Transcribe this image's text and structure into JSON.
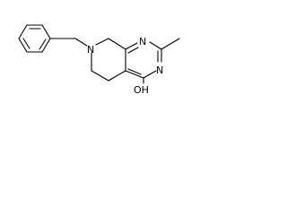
{
  "molecule": {
    "atoms": [
      {
        "id": "N7",
        "element": "N",
        "label": "N"
      },
      {
        "id": "N1",
        "element": "N",
        "label": "N"
      },
      {
        "id": "N3",
        "element": "N",
        "label": "N"
      },
      {
        "id": "O4",
        "element": "O",
        "label": "OH"
      }
    ],
    "substituents": [
      "benzyl",
      "methyl",
      "hydroxy"
    ],
    "colors": {
      "bond": "#000000",
      "label": "#000000",
      "background": "#ffffff"
    }
  }
}
